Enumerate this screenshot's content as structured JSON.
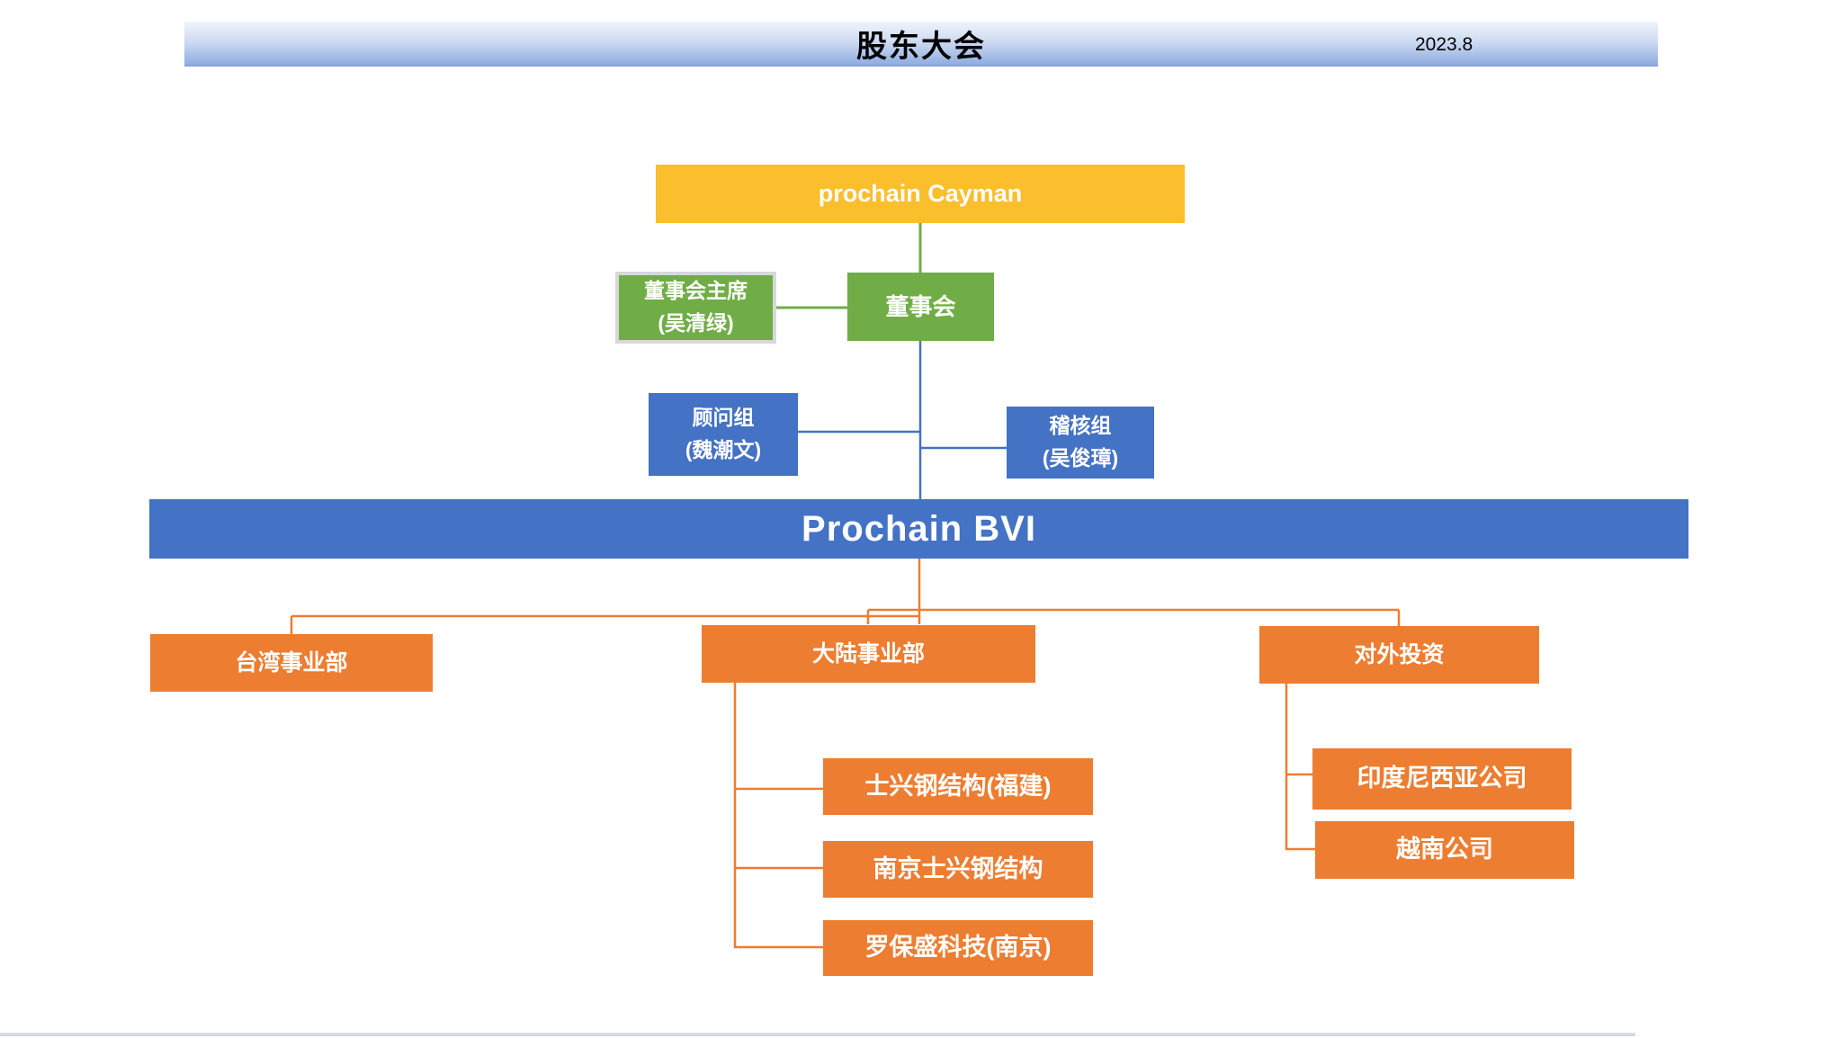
{
  "banner": {
    "title": "股东大会",
    "date": "2023.8"
  },
  "nodes": {
    "cayman": {
      "label": "prochain Cayman"
    },
    "chairman": {
      "line1": "董事会主席",
      "line2": "(吴清绿)"
    },
    "board": {
      "label": "董事会"
    },
    "advisory": {
      "line1": "顾问组",
      "line2": "(魏潮文)"
    },
    "audit": {
      "line1": "稽核组",
      "line2": "(吴俊璋)"
    },
    "bvi": {
      "label": "Prochain BVI"
    },
    "taiwan": {
      "label": "台湾事业部"
    },
    "mainland": {
      "label": "大陆事业部"
    },
    "outbound": {
      "label": "对外投资"
    },
    "shixing": {
      "label": "士兴钢结构(福建)"
    },
    "nanjing": {
      "label": "南京士兴钢结构"
    },
    "luobaosheng": {
      "label": "罗保盛科技(南京)"
    },
    "indonesia": {
      "label": "印度尼西亚公司"
    },
    "vietnam": {
      "label": "越南公司"
    }
  },
  "colors": {
    "banner_gradient_top": "#f0f4fc",
    "banner_gradient_bottom": "#8fade0",
    "yellow_box": "#fbbe2d",
    "green_box": "#70ad47",
    "blue_box": "#4472c4",
    "orange_box": "#ed7d31",
    "chairman_border": "#d8d8d8",
    "text_on_box": "#ffffff",
    "title_text": "#000000"
  }
}
